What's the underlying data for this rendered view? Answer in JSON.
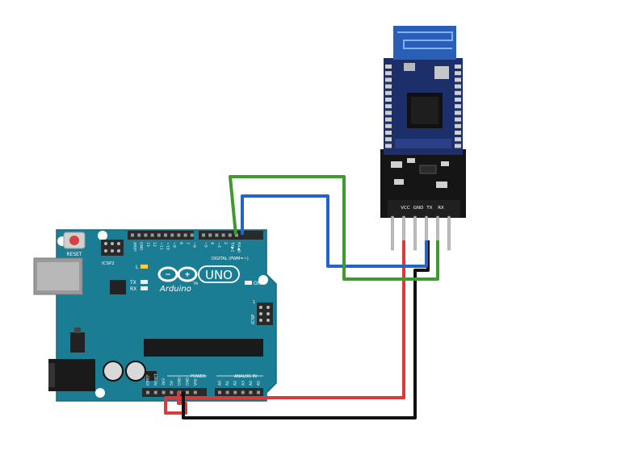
{
  "board": {
    "reset_label": "RESET",
    "icsp2_label": "ICSP2",
    "aref_label": "AREF",
    "gnd_label": "GND",
    "digital_pins": [
      "13",
      "12",
      "~11",
      "~10",
      "~9",
      "8",
      "7",
      "~6",
      "~5",
      "4",
      "~3",
      "2",
      "TX▶1",
      "RX◀0"
    ],
    "digital_label": "DIGITAL (PWM=~)",
    "led_l": "L",
    "led_tx": "TX",
    "led_rx": "RX",
    "on_label": "ON",
    "brand": "Arduino",
    "tm": "TM",
    "model": "UNO",
    "icsp_label": "ICSP",
    "icsp_pin1": "1",
    "power_label": "POWER",
    "power_pins": [
      "IOREF",
      "RESET",
      "3V3",
      "5V",
      "GND",
      "GND",
      "VIN"
    ],
    "analog_label": "ANALOG IN",
    "analog_pins": [
      "A0",
      "A1",
      "A2",
      "A3",
      "A4",
      "A5"
    ]
  },
  "module": {
    "pins": [
      "VCC",
      "GND",
      "TX",
      "RX"
    ]
  },
  "wires": {
    "vcc_color": "#d93a3a",
    "gnd_color": "#111111",
    "tx_color": "#2563c9",
    "rx_color": "#3f9a2f"
  },
  "colors": {
    "board": "#1b7d93",
    "board_edge": "#166a7d",
    "header": "#2a2a2a",
    "module_pcb": "#1d2f6b"
  }
}
